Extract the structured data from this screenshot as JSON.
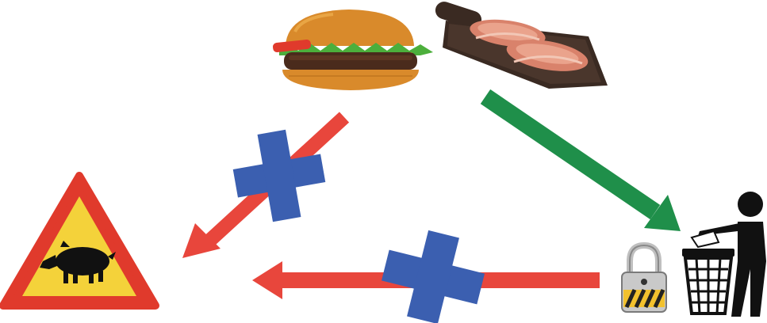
{
  "diagram": {
    "nodes": [
      {
        "id": "burger",
        "icon": "burger-icon"
      },
      {
        "id": "raw-meat",
        "icon": "raw-meat-board-icon"
      },
      {
        "id": "wild-boar-sign",
        "icon": "wild-boar-warning-sign-icon"
      },
      {
        "id": "padlock",
        "icon": "padlock-icon"
      },
      {
        "id": "trash-bin",
        "icon": "person-throwing-trash-icon"
      }
    ],
    "edges": [
      {
        "from": "burger",
        "to": "wild-boar-sign",
        "status": "blocked",
        "color": "#e8463c"
      },
      {
        "from": "raw-meat",
        "to": "trash-bin",
        "status": "allowed",
        "color": "#1f8f4a"
      },
      {
        "from": "trash-bin",
        "to": "wild-boar-sign",
        "status": "blocked",
        "color": "#e8463c"
      }
    ],
    "blocked_marker_color": "#3b5fb0"
  }
}
